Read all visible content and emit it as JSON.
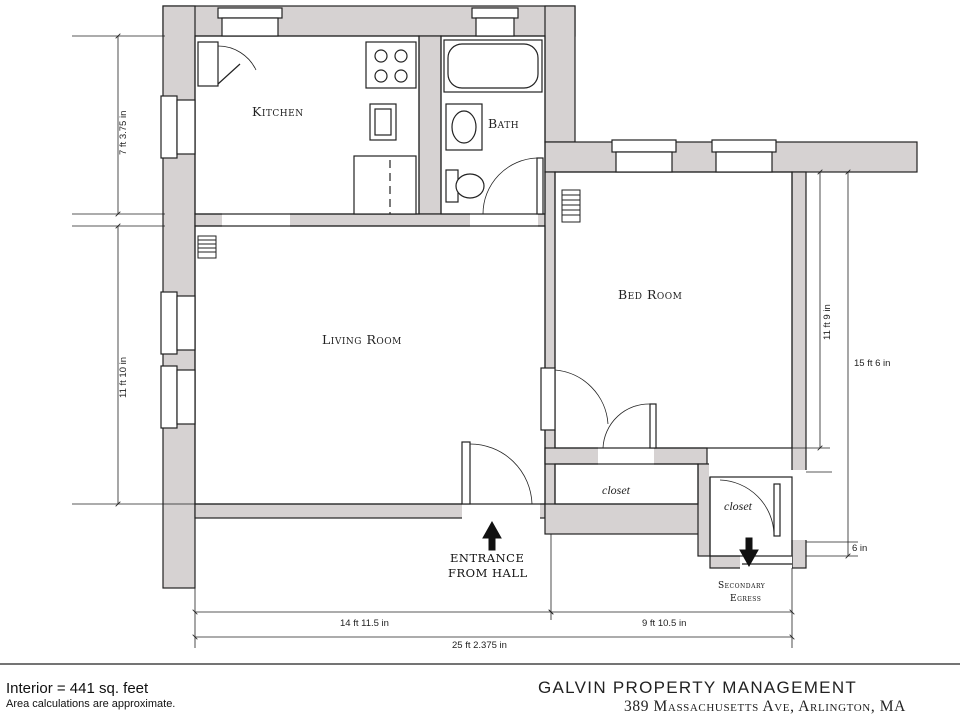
{
  "rooms": {
    "kitchen": "Kitchen",
    "bath": "Bath",
    "living": "Living Room",
    "bedroom": "Bed Room",
    "closet1": "closet",
    "closet2": "closet"
  },
  "labels": {
    "entrance_line1": "ENTRANCE",
    "entrance_line2": "FROM HALL",
    "egress_line1": "Secondary",
    "egress_line2": "Egress"
  },
  "dimensions": {
    "kitchen_height": "7 ft 3.75 in",
    "living_height": "11 ft 10 in",
    "bedroom_height": "11 ft 9 in",
    "bedroom_total_height": "15 ft 6 in",
    "closet_offset": "6 in",
    "left_width": "14 ft 11.5 in",
    "right_width": "9 ft 10.5 in",
    "total_width": "25 ft 2.375 in"
  },
  "footer": {
    "area": "Interior = 441 sq. feet",
    "note": "Area calculations are approximate.",
    "company": "GALVIN PROPERTY MANAGEMENT",
    "address": "389 Massachusetts Ave, Arlington, MA"
  },
  "colors": {
    "wall": "#d6d2d2",
    "line": "#222222"
  }
}
